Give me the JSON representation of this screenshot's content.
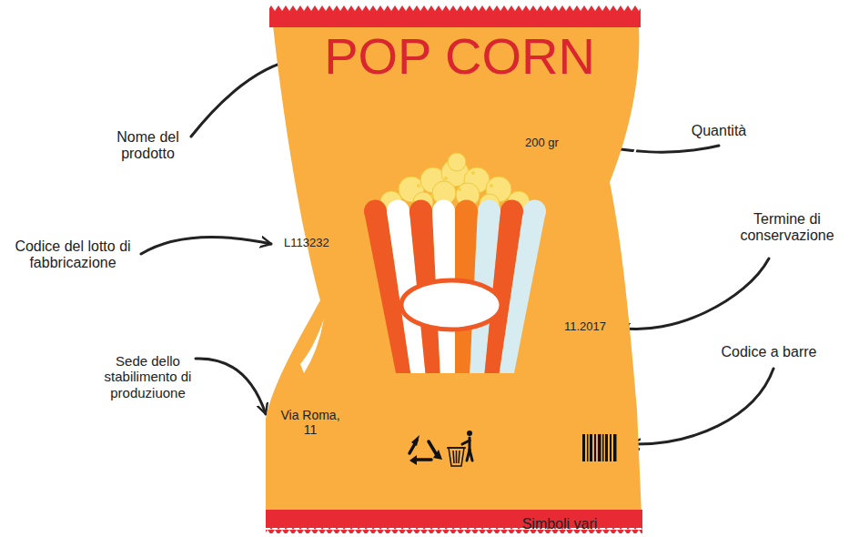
{
  "diagram": {
    "nodes": [
      {
        "text": [
          "POP CORN",
          "200 gr",
          "L113232",
          "11.2017",
          "Via Roma, 11"
        ]
      }
    ],
    "labels": [
      "Nome del prodotto",
      "Quantità",
      "Codice del lotto di fabbricazione",
      "Termine di conservazione",
      "Sede dello stabilimento di produziuone",
      "Codice a barre",
      "Simboli vari"
    ]
  }
}
